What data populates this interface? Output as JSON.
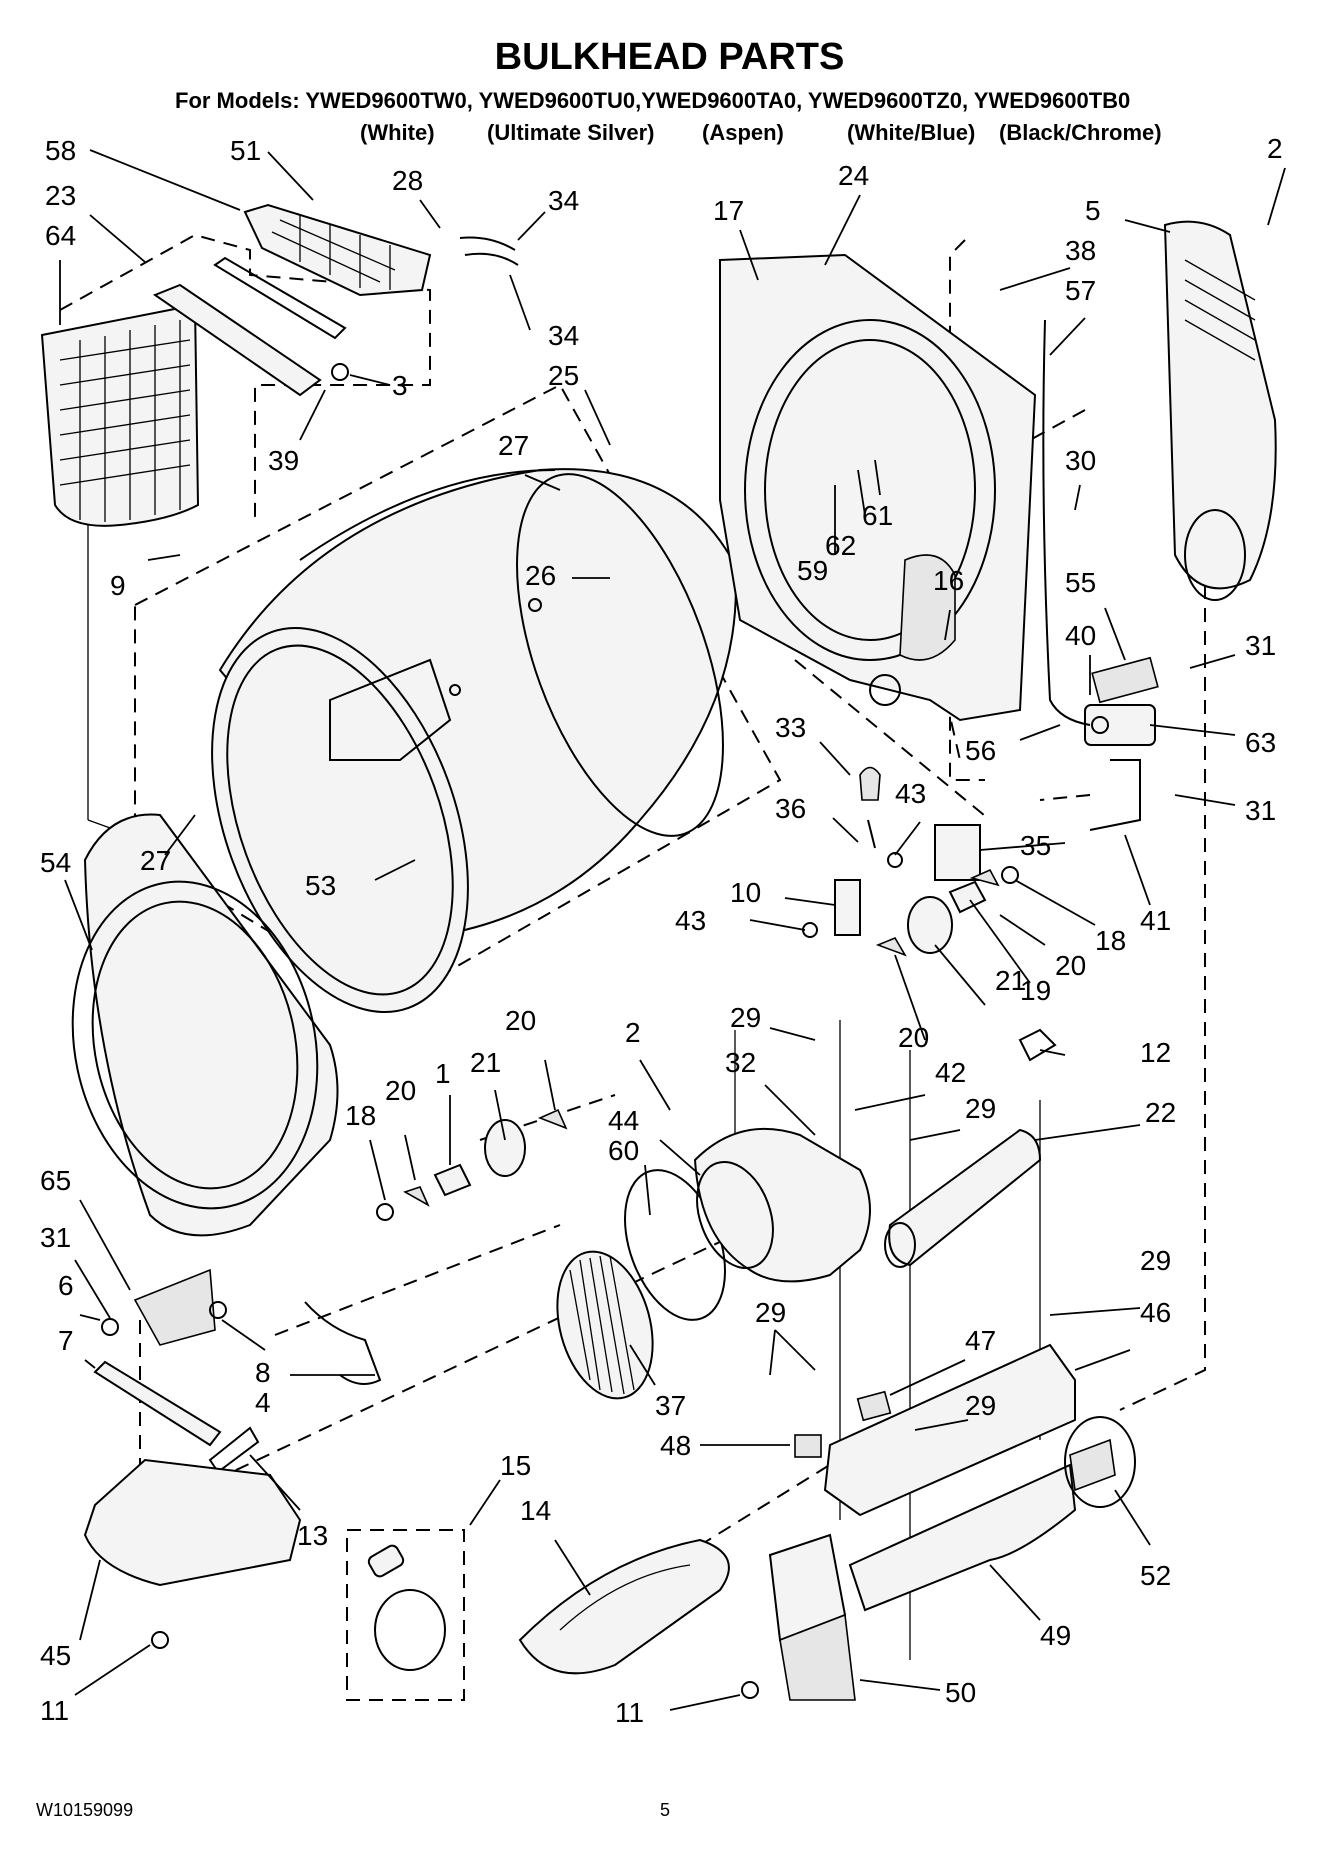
{
  "page": {
    "title": "BULKHEAD PARTS",
    "models_line": "For Models: YWED9600TW0, YWED9600TU0,YWED9600TA0, YWED9600TZ0, YWED9600TB0",
    "variants": [
      "(White)",
      "(Ultimate Silver)",
      "(Aspen)",
      "(White/Blue)",
      "(Black/Chrome)"
    ],
    "doc_number": "W10159099",
    "page_number": "5"
  },
  "callouts": [
    "58",
    "51",
    "28",
    "34",
    "34",
    "23",
    "64",
    "3",
    "39",
    "25",
    "27",
    "26",
    "27",
    "53",
    "9",
    "17",
    "24",
    "2",
    "5",
    "38",
    "57",
    "59",
    "62",
    "61",
    "30",
    "16",
    "55",
    "40",
    "31",
    "63",
    "56",
    "31",
    "41",
    "33",
    "36",
    "43",
    "35",
    "10",
    "43",
    "18",
    "20",
    "19",
    "21",
    "20",
    "54",
    "18",
    "20",
    "1",
    "21",
    "20",
    "65",
    "31",
    "6",
    "7",
    "8",
    "4",
    "13",
    "45",
    "11",
    "2",
    "29",
    "44",
    "32",
    "42",
    "29",
    "22",
    "60",
    "12",
    "37",
    "29",
    "46",
    "29",
    "47",
    "48",
    "29",
    "52",
    "49",
    "50",
    "11",
    "15",
    "14"
  ]
}
